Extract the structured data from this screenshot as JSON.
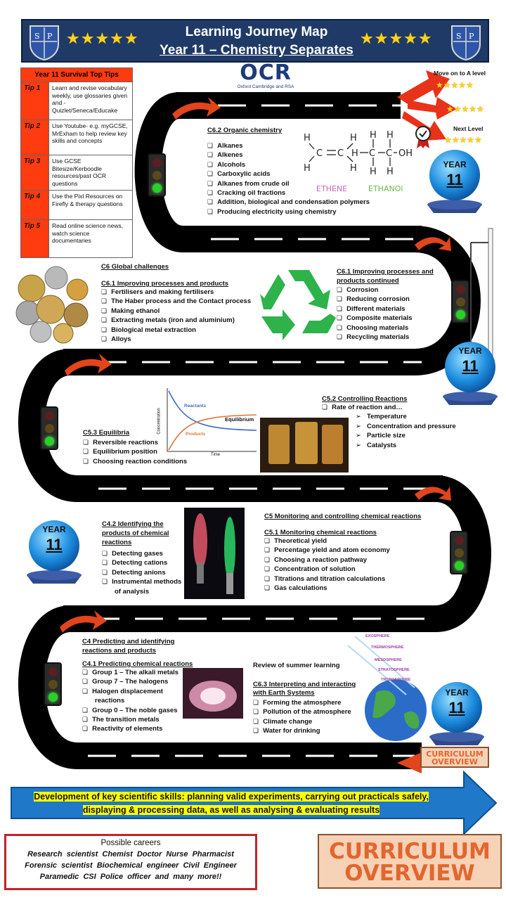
{
  "header": {
    "title": "Learning Journey Map",
    "subtitle": "Year 11 – Chemistry Separates",
    "crest_letters": [
      "S",
      "P"
    ]
  },
  "logo": {
    "name": "OCR",
    "tagline": "Oxford Cambridge and RSA"
  },
  "tips": {
    "heading": "Year 11 Survival Top Tips",
    "items": [
      {
        "label": "Tip 1",
        "text": "Learn and revise vocabulary weekly, use glossaries given and - Quizlet/Seneca/Educake"
      },
      {
        "label": "Tip 2",
        "text": "Use Youtube- e.g. myGCSE, MrExham to help review key skills and concepts"
      },
      {
        "label": "Tip 3",
        "text": "Use GCSE Bitesize/Kerboodle resources/past OCR questions"
      },
      {
        "label": "Tip 4",
        "text": "Use the Pixl Resources on Firefly & therapy questions"
      },
      {
        "label": "Tip 5",
        "text": "Read online science news, watch science documentaries"
      }
    ]
  },
  "next_steps": {
    "a_level": "Move on to  A level",
    "next_level": "Next Level"
  },
  "year_badge": {
    "label": "YEAR",
    "number": "11"
  },
  "c6_2": {
    "title": "C6.2 Organic chemistry",
    "items": [
      "Alkanes",
      "Alkenes",
      "Alcohols",
      "Carboxylic acids",
      "Alkanes from crude oil",
      "Cracking oil fractions",
      "Addition, biological and condensation polymers",
      "Producing electricity using chemistry"
    ],
    "ethene_label": "ETHENE",
    "ethanol_label": "ETHANOl"
  },
  "c6": {
    "title": "C6 Global challenges",
    "sub": "C6.1 Improving processes and products",
    "items": [
      "Fertilisers and making fertilisers",
      "The Haber process and the Contact process",
      "Making ethanol",
      "Extracting metals (iron and aluminium)",
      "Biological metal extraction",
      "Alloys"
    ]
  },
  "c6_1b": {
    "title": "C6.1 Improving processes and products continued",
    "items": [
      "Corrosion",
      "Reducing corrosion",
      "Different materials",
      "Composite materials",
      "Choosing materials",
      "Recycling materials"
    ]
  },
  "c5_2": {
    "title": "C5.2 Controlling Reactions",
    "lead": "Rate of reaction and…",
    "items": [
      "Temperature",
      "Concentration and pressure",
      "Particle size",
      "Catalysts"
    ]
  },
  "graph": {
    "reactants": "Reactants",
    "products": "Products",
    "equilibrium": "Equilibrium",
    "x": "Time",
    "y": "Concentration"
  },
  "c5_3": {
    "title": "C5.3 Equilibria",
    "items": [
      "Reversible reactions",
      "Equilibrium position",
      "Choosing reaction conditions"
    ]
  },
  "c4_2": {
    "title": "C4.2 Identifying the products of chemical reactions",
    "items": [
      "Detecting gases",
      "Detecting cations",
      "Detecting anions",
      "Instrumental methods of analysis"
    ]
  },
  "c5": {
    "title": "C5 Monitoring and controlling chemical reactions",
    "sub": "C5.1 Monitoring chemical reactions",
    "items": [
      "Theoretical yield",
      "Percentage yield and atom economy",
      "Choosing a reaction pathway",
      "Concentration of solution",
      "Titrations and titration calculations",
      "Gas calculations"
    ]
  },
  "c4": {
    "title": "C4 Predicting and identifying reactions and products",
    "sub": "C4.1 Predicting chemical reactions",
    "items": [
      "Group 1 – The alkali metals",
      "Group 7 – The halogens",
      "Halogen displacement reactions",
      "Group 0 – The noble gases",
      "The transition metals",
      "Reactivity of elements"
    ]
  },
  "review": "Review of summer learning",
  "c6_3": {
    "title": "C6.3 Interpreting and interacting with Earth Systems",
    "items": [
      "Forming the atmosphere",
      "Pollution of the atmosphere",
      "Climate change",
      "Water for drinking"
    ]
  },
  "atmosphere": [
    "EXOSPHERE",
    "THERMOSPHERE",
    "MESOSPHERE",
    "STRATOSPHERE",
    "TROPOSPHERE"
  ],
  "curriculum": {
    "line1": "CURRICULUM",
    "line2": "OVERVIEW"
  },
  "skills": "Development of key scientific skills: planning valid experiments, carrying out practicals safely, displaying & processing data, as well as analysing & evaluating results",
  "careers": {
    "heading": "Possible careers",
    "rows": [
      "Research scientist   Chemist   Doctor   Nurse   Pharmacist",
      "Forensic scientist   Biochemical engineer   Civil Engineer",
      "Paramedic   CSI   Police officer   and many more!!"
    ]
  },
  "colors": {
    "road": "#000000",
    "header": "#1f3a66",
    "accent_red": "#ff3b0f",
    "highlight": "#ffff00",
    "arrow_blue": "#1f78c8"
  }
}
